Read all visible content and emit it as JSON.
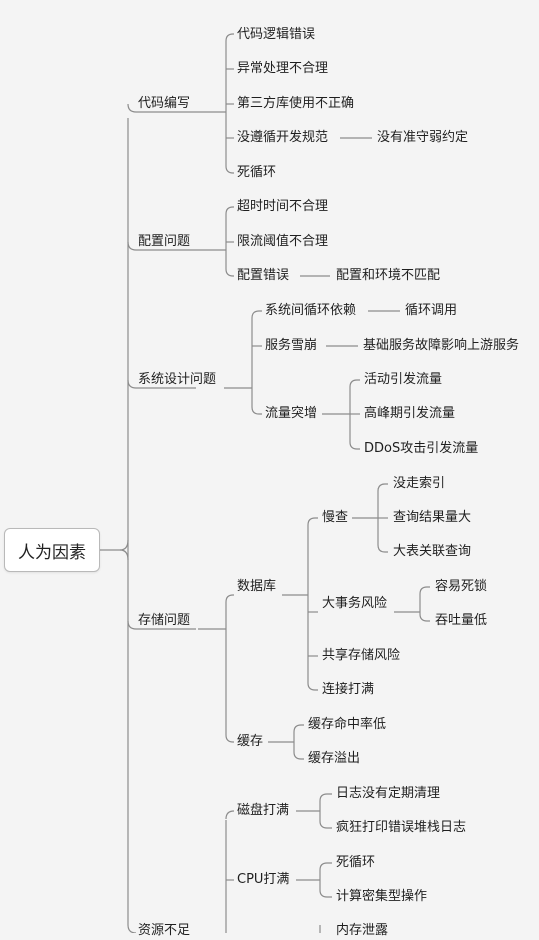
{
  "root": "人为因素",
  "branches": [
    {
      "label": "代码编写",
      "children": [
        {
          "label": "代码逻辑错误"
        },
        {
          "label": "异常处理不合理"
        },
        {
          "label": "第三方库使用不正确"
        },
        {
          "label": "没遵循开发规范",
          "children": [
            {
              "label": "没有准守弱约定"
            }
          ]
        },
        {
          "label": "死循环"
        }
      ]
    },
    {
      "label": "配置问题",
      "children": [
        {
          "label": "超时时间不合理"
        },
        {
          "label": "限流阈值不合理"
        },
        {
          "label": "配置错误",
          "children": [
            {
              "label": "配置和环境不匹配"
            }
          ]
        }
      ]
    },
    {
      "label": "系统设计问题",
      "children": [
        {
          "label": "系统间循环依赖",
          "children": [
            {
              "label": "循环调用"
            }
          ]
        },
        {
          "label": "服务雪崩",
          "children": [
            {
              "label": "基础服务故障影响上游服务"
            }
          ]
        },
        {
          "label": "流量突增",
          "children": [
            {
              "label": "活动引发流量"
            },
            {
              "label": "高峰期引发流量"
            },
            {
              "label": "DDoS攻击引发流量"
            }
          ]
        }
      ]
    },
    {
      "label": "存储问题",
      "children": [
        {
          "label": "数据库",
          "children": [
            {
              "label": "慢查",
              "children": [
                {
                  "label": "没走索引"
                },
                {
                  "label": "查询结果量大"
                },
                {
                  "label": "大表关联查询"
                }
              ]
            },
            {
              "label": "大事务风险",
              "children": [
                {
                  "label": "容易死锁"
                },
                {
                  "label": "吞吐量低"
                }
              ]
            },
            {
              "label": "共享存储风险"
            },
            {
              "label": "连接打满"
            }
          ]
        },
        {
          "label": "缓存",
          "children": [
            {
              "label": "缓存命中率低"
            },
            {
              "label": "缓存溢出"
            }
          ]
        }
      ]
    },
    {
      "label": "资源不足",
      "children": [
        {
          "label": "磁盘打满",
          "children": [
            {
              "label": "日志没有定期清理"
            },
            {
              "label": "疯狂打印错误堆栈日志"
            }
          ]
        },
        {
          "label": "CPU打满",
          "children": [
            {
              "label": "死循环"
            },
            {
              "label": "计算密集型操作"
            }
          ]
        },
        {
          "label": "内存泄露"
        }
      ]
    }
  ]
}
